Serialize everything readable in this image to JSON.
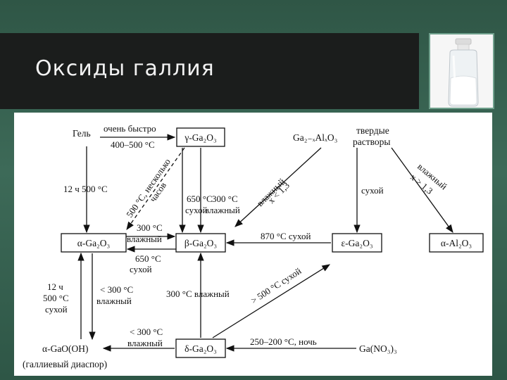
{
  "slide": {
    "title": "Оксиды галлия"
  },
  "nodes": {
    "gel": "Гель",
    "gamma": "γ-Ga₂O₃",
    "ga_al": "Ga₂₋ₓAlₓO₃",
    "solid_solutions_1": "твердые",
    "solid_solutions_2": "растворы",
    "alpha": "α-Ga₂O₃",
    "beta": "β-Ga₂O₃",
    "epsilon": "ε-Ga₂O₃",
    "alpha_al": "α-Al₂O₃",
    "gaooh": "α-GaO(OH)",
    "diaspore": "(галлиевый диаспор)",
    "delta": "δ-Ga₂O₃",
    "nitrate": "Ga(NO₃)₃"
  },
  "labels": {
    "gel_gamma_top": "очень быстро",
    "gel_gamma_bottom": "400–500 °C",
    "gel_alpha": "12 ч  500 °C",
    "gamma_alpha_1": "500 °C, несколько",
    "gamma_alpha_2": "часов",
    "gamma_beta_dry_1": "650 °C",
    "gamma_beta_dry_2": "сухой",
    "gamma_beta_wet_1": "300 °C",
    "gamma_beta_wet_2": "влажный",
    "gaal_beta_1": "влажный",
    "gaal_beta_2": "x < 1,3",
    "gaal_eps": "сухой",
    "gaal_alal_1": "влажный",
    "gaal_alal_2": "x > 1,3",
    "alpha_beta_1": "300 °C",
    "alpha_beta_2": "влажный",
    "beta_alpha_1": "650 °C",
    "beta_alpha_2": "сухой",
    "eps_beta": "870 °C  сухой",
    "gaooh_alpha_1": "12 ч",
    "gaooh_alpha_2": "500 °C",
    "gaooh_alpha_3": "сухой",
    "alpha_gaooh_1": "< 300 °C",
    "alpha_gaooh_2": "влажный",
    "delta_beta": "300 °C  влажный",
    "delta_eps": "> 500 °C  сухой",
    "delta_gaooh_1": "< 300 °C",
    "delta_gaooh_2": "влажный",
    "nitrate_delta": "250–200 °C,  ночь"
  },
  "colors": {
    "title_bar": "#1b1d1c",
    "background": "#355f4f",
    "title_text": "#f2f2f2",
    "scheme_background": "#ffffff",
    "ink": "#111111"
  }
}
